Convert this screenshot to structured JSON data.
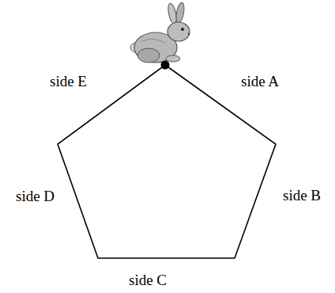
{
  "diagram": {
    "labels": [
      "side E",
      "side A",
      "side B",
      "side D",
      "side C"
    ]
  }
}
